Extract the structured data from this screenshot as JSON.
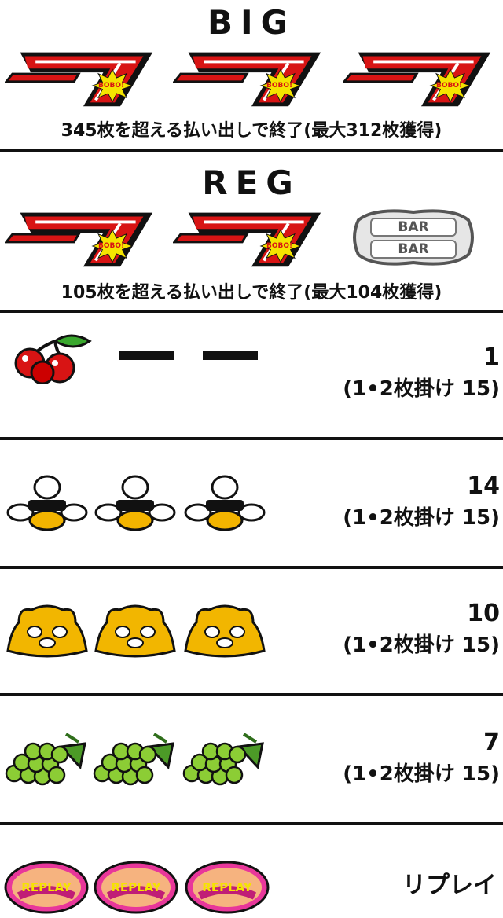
{
  "big": {
    "title": "BIG",
    "caption": "345枚を超える払い出しで終了(最大312枚獲得)",
    "badge": "BOBO!"
  },
  "reg": {
    "title": "REG",
    "caption": "105枚を超える払い出しで終了(最大104枚獲得)",
    "badge": "BOBO!",
    "bar_label": "BAR"
  },
  "rows": [
    {
      "symbol": "cherry-icon",
      "payout": "1",
      "note": "(1•2枚掛け 15)"
    },
    {
      "symbol": "duck-icon",
      "payout": "14",
      "note": "(1•2枚掛け 15)"
    },
    {
      "symbol": "bear-icon",
      "payout": "10",
      "note": "(1•2枚掛け 15)"
    },
    {
      "symbol": "grape-icon",
      "payout": "7",
      "note": "(1•2枚掛け 15)"
    }
  ],
  "replay": {
    "symbol_label": "REPLAY",
    "label": "リプレイ"
  },
  "colors": {
    "seven_red": "#d81414",
    "badge_yellow": "#f5e400",
    "bear_gold": "#f2b600",
    "grape_green": "#7fc72a",
    "replay_pink": "#e8379a"
  }
}
